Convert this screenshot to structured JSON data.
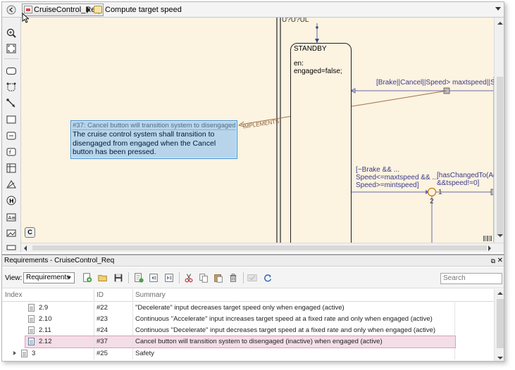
{
  "breadcrumb": {
    "model": "CruiseControl_Req",
    "chart": "Compute target speed"
  },
  "canvas": {
    "top_fragment": "U?U?UL",
    "standby_state": {
      "title": "STANDBY",
      "line1": "en:",
      "line2": "engaged=false;"
    },
    "transition_top": "[Brake||Cancel||Speed> maxtspeed||Spee",
    "transition_mid": [
      "[~Brake && ...",
      "Speed<=maxtspeed && ...",
      "Speed>=mintspeed]"
    ],
    "transition_right": [
      "[hasChangedTo(Acce",
      "&&tspeed!=0]"
    ],
    "junction_label_1": "1",
    "junction_label_2": "2",
    "implements_label": "IMPLEMENTS",
    "requirement_callout": {
      "title": "#37: Cancel button will transition system to disengaged...",
      "text": "The cruise control system shall transition to disengaged from engaged when the Cancel button has been pressed."
    },
    "badge": "C"
  },
  "requirements_pane": {
    "title": "Requirements - CruiseControl_Req",
    "view_label": "View:",
    "view_value": "Requirements",
    "search_placeholder": "Search",
    "columns": [
      "Index",
      "ID",
      "Summary"
    ],
    "rows": [
      {
        "index": "2.9",
        "id": "#22",
        "summary": "\"Decelerate\" input decreases target speed only when engaged (active)"
      },
      {
        "index": "2.10",
        "id": "#23",
        "summary": "Continuous \"Accelerate\" input increases target speed at a fixed rate and only when engaged (active)"
      },
      {
        "index": "2.11",
        "id": "#24",
        "summary": "Continuous \"Decelerate\" input decreases target speed at a fixed rate and only when engaged (active)"
      },
      {
        "index": "2.12",
        "id": "#37",
        "summary": "Cancel button will transition system to disengaged (inactive) when engaged (active)"
      },
      {
        "index": "3",
        "id": "#25",
        "summary": "Safety"
      }
    ]
  },
  "colors": {
    "canvas_bg": "#fcf3e0",
    "callout_bg": "#b8d4ea",
    "selected_row": "#f3dde6"
  }
}
